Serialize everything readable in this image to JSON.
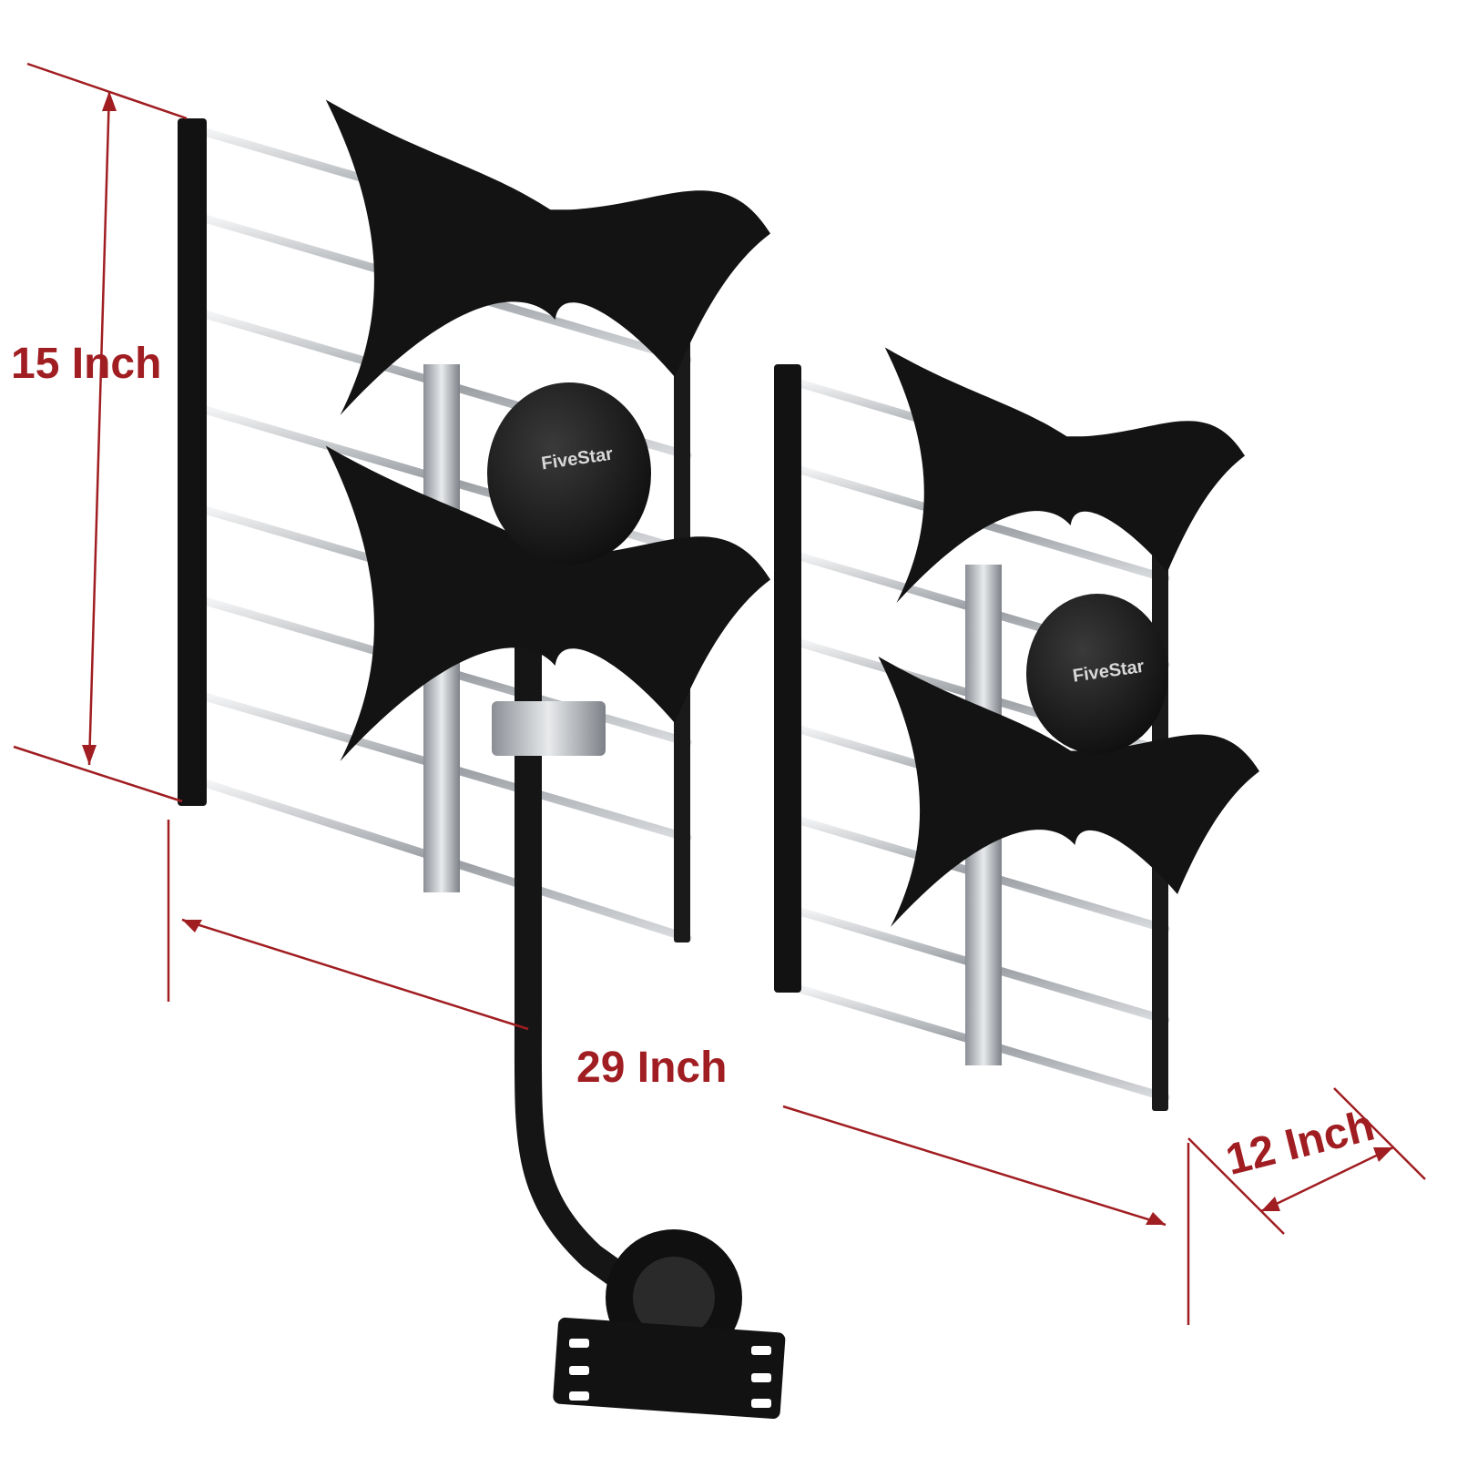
{
  "dimensions": {
    "height_label": "15 Inch",
    "width_label": "29 Inch",
    "depth_label": "12 Inch"
  },
  "brand": {
    "logo_text": "FiveStar"
  },
  "colors": {
    "dimension": "#a01d21",
    "antenna": "#141414",
    "rod": "#b9bcc0"
  }
}
